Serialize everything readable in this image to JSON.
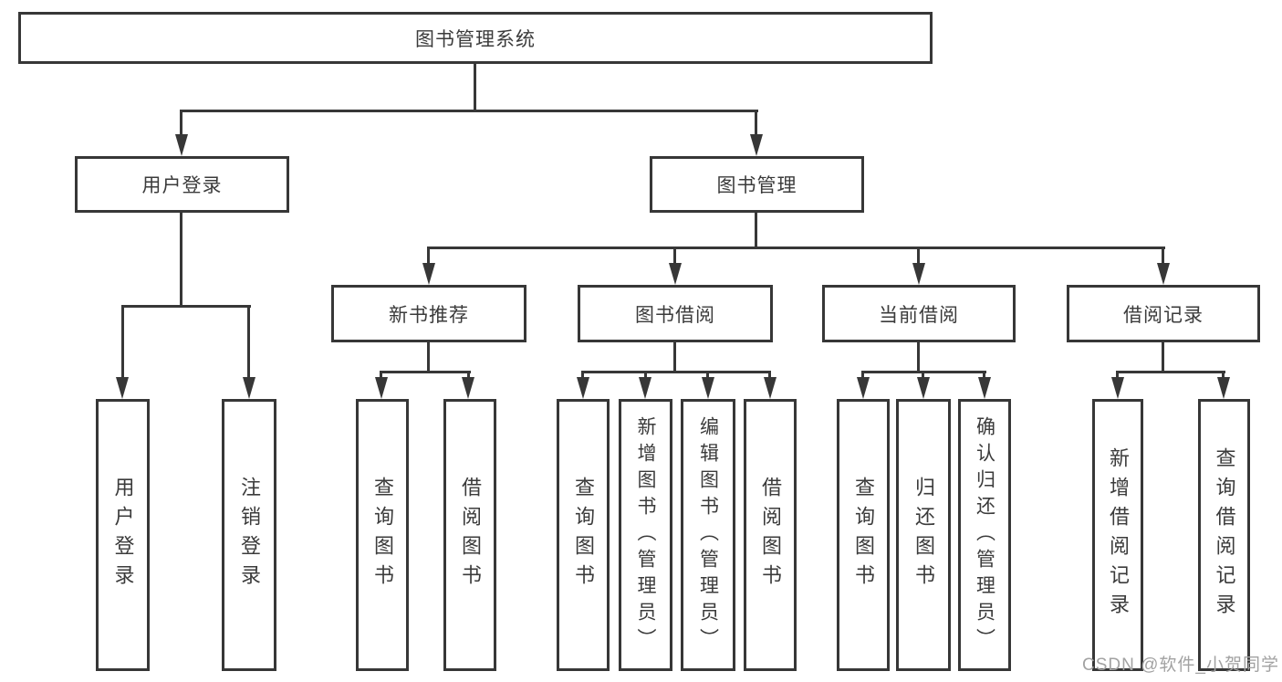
{
  "diagram_title": "图书管理系统",
  "colors": {
    "line": "#373737",
    "text": "#3b3b3b",
    "watermark": "#a2a2a2",
    "background": "#ffffff"
  },
  "watermark": {
    "text": "CSDN @软件_小贺同学"
  },
  "tree": {
    "root": {
      "label": "图书管理系统",
      "children": [
        {
          "label": "用户登录",
          "children": [
            {
              "label": "用户登录"
            },
            {
              "label": "注销登录"
            }
          ]
        },
        {
          "label": "图书管理",
          "children": [
            {
              "label": "新书推荐",
              "children": [
                {
                  "label": "查询图书"
                },
                {
                  "label": "借阅图书"
                }
              ]
            },
            {
              "label": "图书借阅",
              "children": [
                {
                  "label": "查询图书"
                },
                {
                  "label": "新增图书（管理员）"
                },
                {
                  "label": "编辑图书（管理员）"
                },
                {
                  "label": "借阅图书"
                }
              ]
            },
            {
              "label": "当前借阅",
              "children": [
                {
                  "label": "查询图书"
                },
                {
                  "label": "归还图书"
                },
                {
                  "label": "确认归还（管理员）"
                }
              ]
            },
            {
              "label": "借阅记录",
              "children": [
                {
                  "label": "新增借阅记录"
                },
                {
                  "label": "查询借阅记录"
                }
              ]
            }
          ]
        }
      ]
    }
  }
}
